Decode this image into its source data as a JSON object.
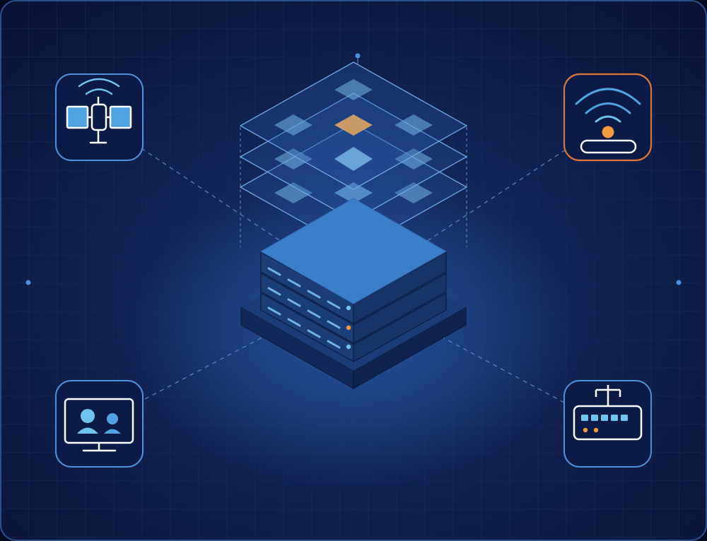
{
  "colors": {
    "background": "#0f1d4a",
    "background_edge": "#0a1436",
    "frame_border": "#2d4f8e",
    "grid_line": "#1a2f66",
    "node_border": "#4f8fdc",
    "node_border_active": "#d9773a",
    "node_fill": "#0b1a47",
    "icon_white": "#ffffff",
    "icon_light_blue": "#6fc3ee",
    "icon_mid_blue": "#4fa3e3",
    "accent_orange": "#f29a3c",
    "accent_tan": "#c89a66",
    "connector": "#5f8fd0",
    "server_top": "#3b7fcb",
    "server_left": "#1c3e78",
    "server_right": "#18336a",
    "layer_fill": "#2a5dae",
    "layer_stroke": "#6ea9e8",
    "tile": "#72b8e8"
  },
  "nodes": [
    {
      "name": "satellite-node",
      "icon": "satellite-icon",
      "active": false
    },
    {
      "name": "wifi-node",
      "icon": "wifi-signal-icon",
      "active": true
    },
    {
      "name": "monitor-node",
      "icon": "video-meeting-monitor-icon",
      "active": false
    },
    {
      "name": "router-node",
      "icon": "network-switch-icon",
      "active": false
    }
  ],
  "server": {
    "icon": "server-rack-icon",
    "unit_count": 3,
    "status_leds": [
      "light-blue",
      "orange",
      "light-blue"
    ]
  },
  "data_layers": {
    "icon": "data-layer-stack-icon",
    "layer_count": 3,
    "highlighted_tile": "orange"
  }
}
